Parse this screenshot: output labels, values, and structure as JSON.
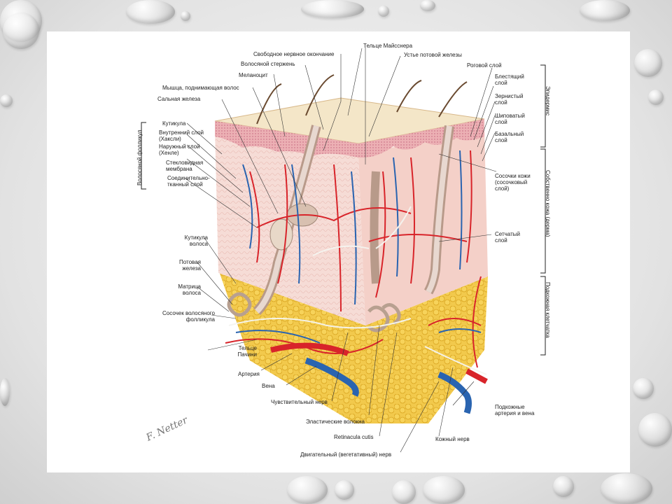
{
  "labels": {
    "telce_meissnera": "Тельце Майсснера",
    "svobodnoe_okonchanie": "Свободное нервное окончание",
    "ustie_potovoy": "Устье потовой железы",
    "volosyanoy_sterzhen": "Волосяной стержень",
    "melanocit": "Меланоцит",
    "myshca": "Мышца, поднимающая волос",
    "salnaya": "Сальная железа",
    "kutikula": "Кутикула",
    "vnutrenniy_sloy": "Внутренний слой\n(Хаксли)",
    "naruzhny_sloy": "Наружный слой\n(Хенле)",
    "steklovidnaya": "Стекловидная\nмембрана",
    "soedinitelnotkanny": "Соединительно-\nтканный слой",
    "kutikula_volosa": "Кутикула\nволоса",
    "potovaya": "Потовая\nжелеза",
    "matrica": "Матрица\nволоса",
    "sosochek_follikula": "Сосочек волосяного\nфолликула",
    "telce_pachini": "Тельце\nПачини",
    "arteriya": "Артерия",
    "vena": "Вена",
    "chuvstvitelny_nerv": "Чувствительный нерв",
    "elasticheskie": "Эластические волокна",
    "retinacula": "Retinacula cutis",
    "dvigatelny": "Двигательный (вегетативный) нерв",
    "kozhny_nerv": "Кожный нерв",
    "podkozhnye": "Подкожные\nартерия и вена",
    "rogovoy": "Роговой слой",
    "blestyashchiy": "Блестящий\nслой",
    "zernisty": "Зернистый\nслой",
    "shipovaty": "Шиповатый\nслой",
    "bazalny": "Базальный\nслой",
    "sosochki_kozhi": "Сосочки кожи\n(сосочковый\nслой)",
    "setchaty": "Сетчатый\nслой"
  },
  "sections": {
    "volosyanoy_follikul": "Волосяной фолликул",
    "epidermis": "Эпидермис",
    "sobstvenno_kozha": "Собственно кожа (дерма)",
    "podkozhnaya": "Подкожная клетчатка"
  },
  "signature": "F. Netter"
}
